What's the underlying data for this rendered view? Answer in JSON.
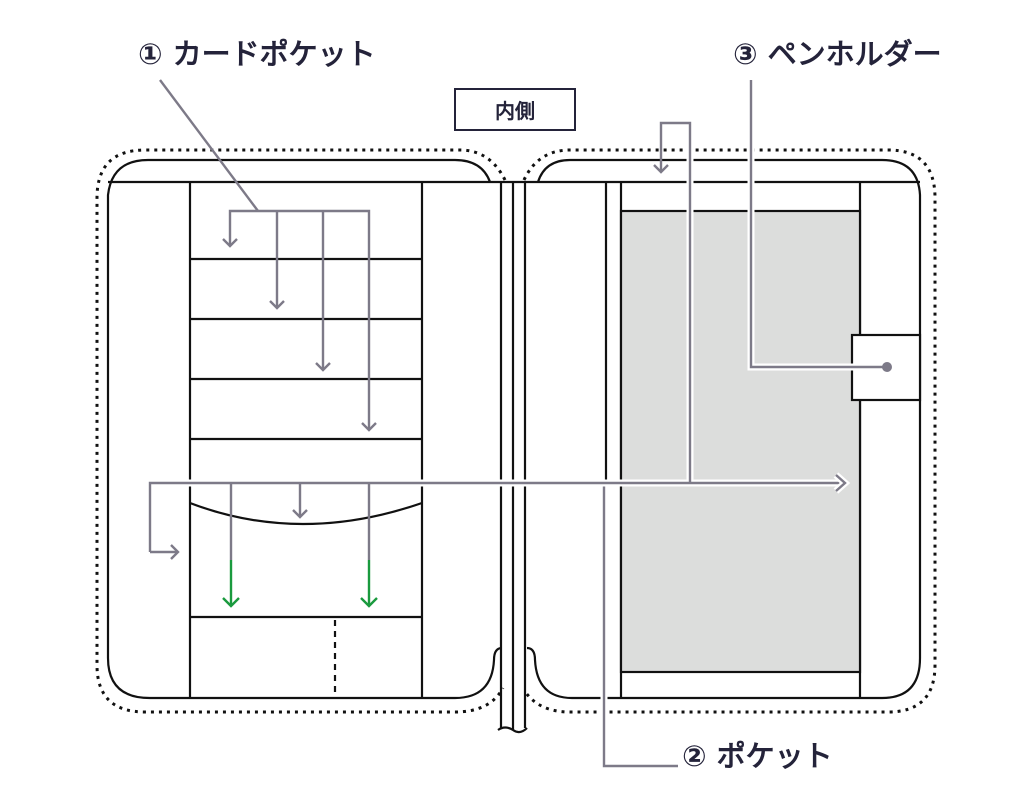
{
  "labels": {
    "card_pocket": "① カードポケット",
    "pen_holder": "③ ペンホルダー",
    "pocket": "② ポケット",
    "inside": "内側"
  },
  "colors": {
    "annotation": "#7d7a88",
    "highlight_arrow": "#1a9a3e",
    "pocket_fill": "#dcdddc",
    "outline": "#111111",
    "label_text": "#24233a"
  }
}
